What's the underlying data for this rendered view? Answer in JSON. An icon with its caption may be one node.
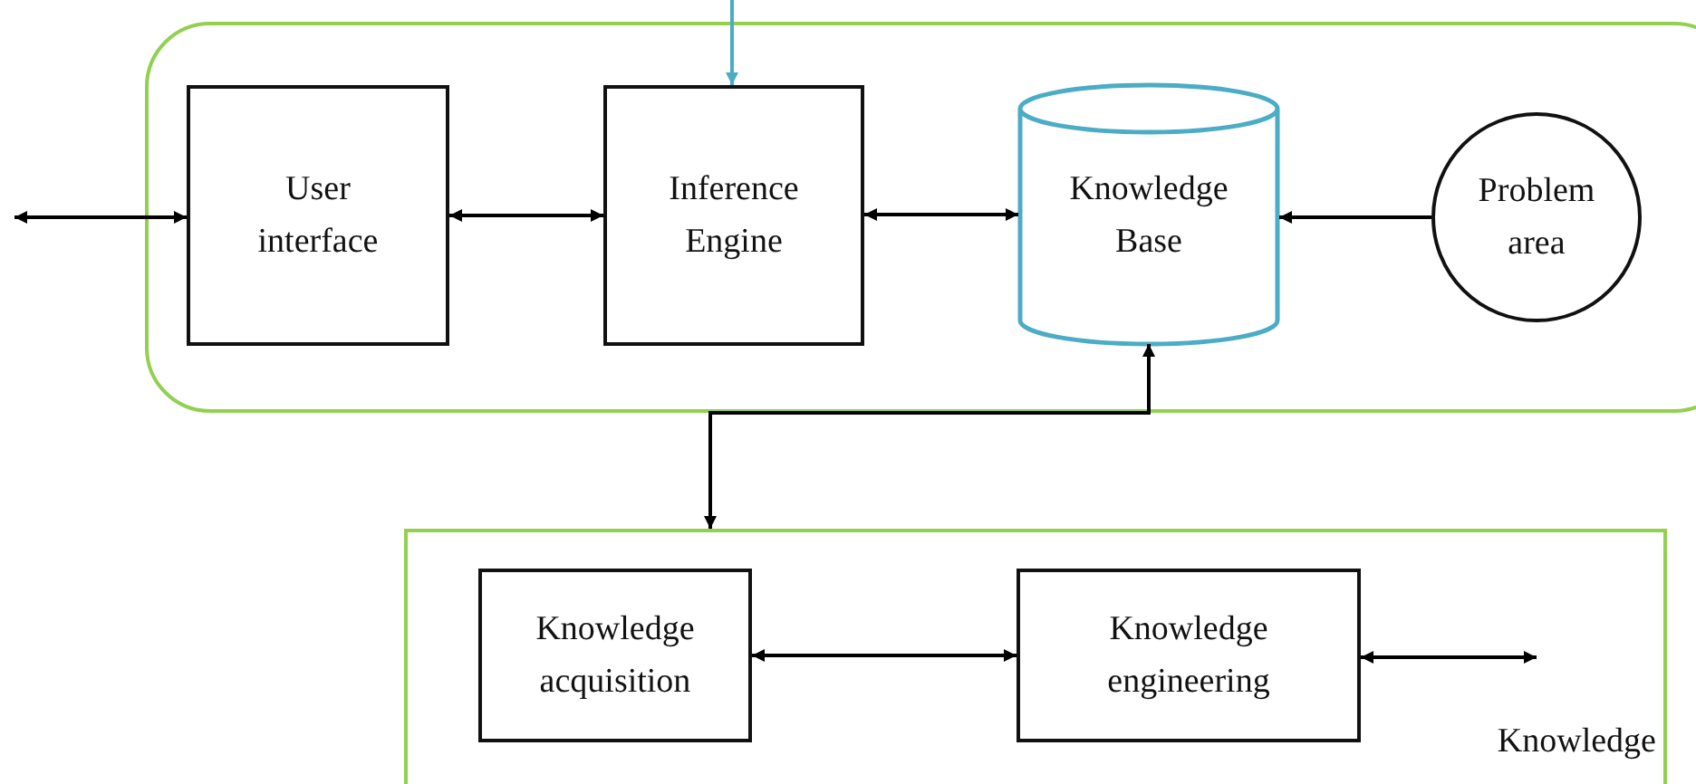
{
  "diagram": {
    "nodes": [
      {
        "text": [],
        "shape": "box"
      },
      {
        "text": [
          "User interface"
        ],
        "in": 0
      },
      {
        "text": [
          "Inference Engine"
        ],
        "in": 0
      },
      {
        "text": [
          "Knowledge Base"
        ],
        "in": 0
      },
      {
        "text": [
          "Problem area"
        ],
        "in": 0
      },
      {
        "text": [
          "Knowledge"
        ]
      },
      {
        "text": [
          "Knowledge acquisition"
        ],
        "in": 5
      },
      {
        "text": [
          "Knowledge engineering"
        ],
        "in": 5
      }
    ],
    "edges": [
      {
        "from": null,
        "to": 1,
        "arrow": "both"
      },
      {
        "from": 1,
        "to": 2,
        "arrow": "both"
      },
      {
        "from": 2,
        "to": 3,
        "arrow": "both"
      },
      {
        "from": 4,
        "to": 3,
        "arrow": "to"
      },
      {
        "from": null,
        "to": 2,
        "arrow": "to",
        "color": "#4bacc6"
      },
      {
        "from": 3,
        "to": 5,
        "arrow": "both"
      },
      {
        "from": 6,
        "to": 7,
        "arrow": "both"
      },
      {
        "from": 7,
        "to": null,
        "arrow": "both"
      }
    ]
  }
}
